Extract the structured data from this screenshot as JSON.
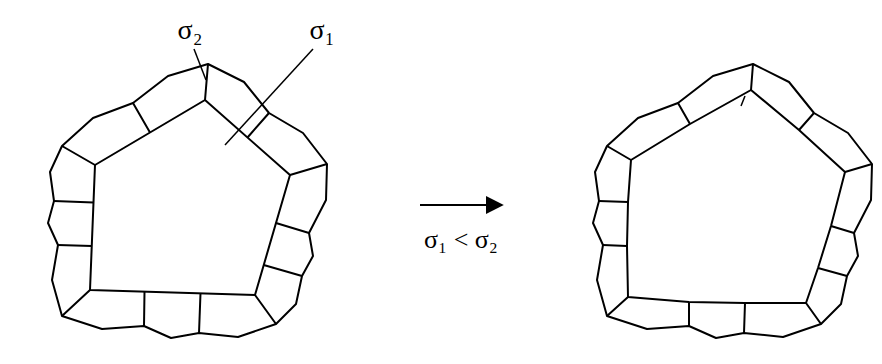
{
  "diagram": {
    "labels": [
      "σ₂",
      "σ₁",
      "σ₁ < σ₂"
    ]
  }
}
